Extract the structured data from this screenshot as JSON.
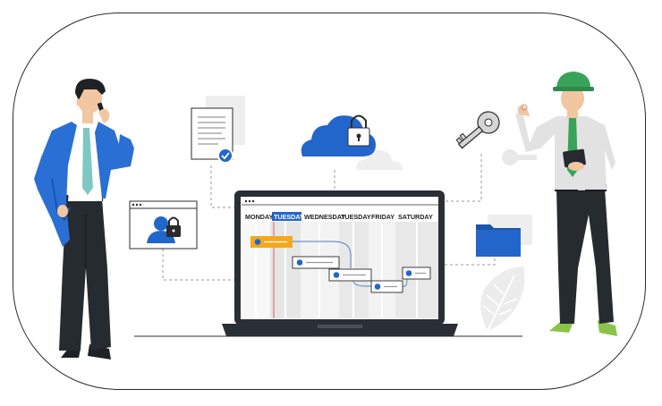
{
  "calendar": {
    "days": [
      "MONDAY",
      "TUESDAY",
      "WEDNESDAY",
      "TUESDAY",
      "FRIDAY",
      "SATURDAY"
    ],
    "active_day": "TUESDAY"
  },
  "icons": [
    "phone-icon",
    "document-icon",
    "check-icon",
    "cloud-lock-icon",
    "key-icon",
    "user-lock-icon",
    "folder-icon",
    "leaf-icon",
    "tablet-icon"
  ],
  "colors": {
    "accent": "#2266cc",
    "task_highlight": "#f4a81c",
    "outline": "#1f1f1f",
    "figure_suit": "#2a6fd4",
    "figure_pants": "#262b30",
    "helmet": "#3aa35a"
  }
}
